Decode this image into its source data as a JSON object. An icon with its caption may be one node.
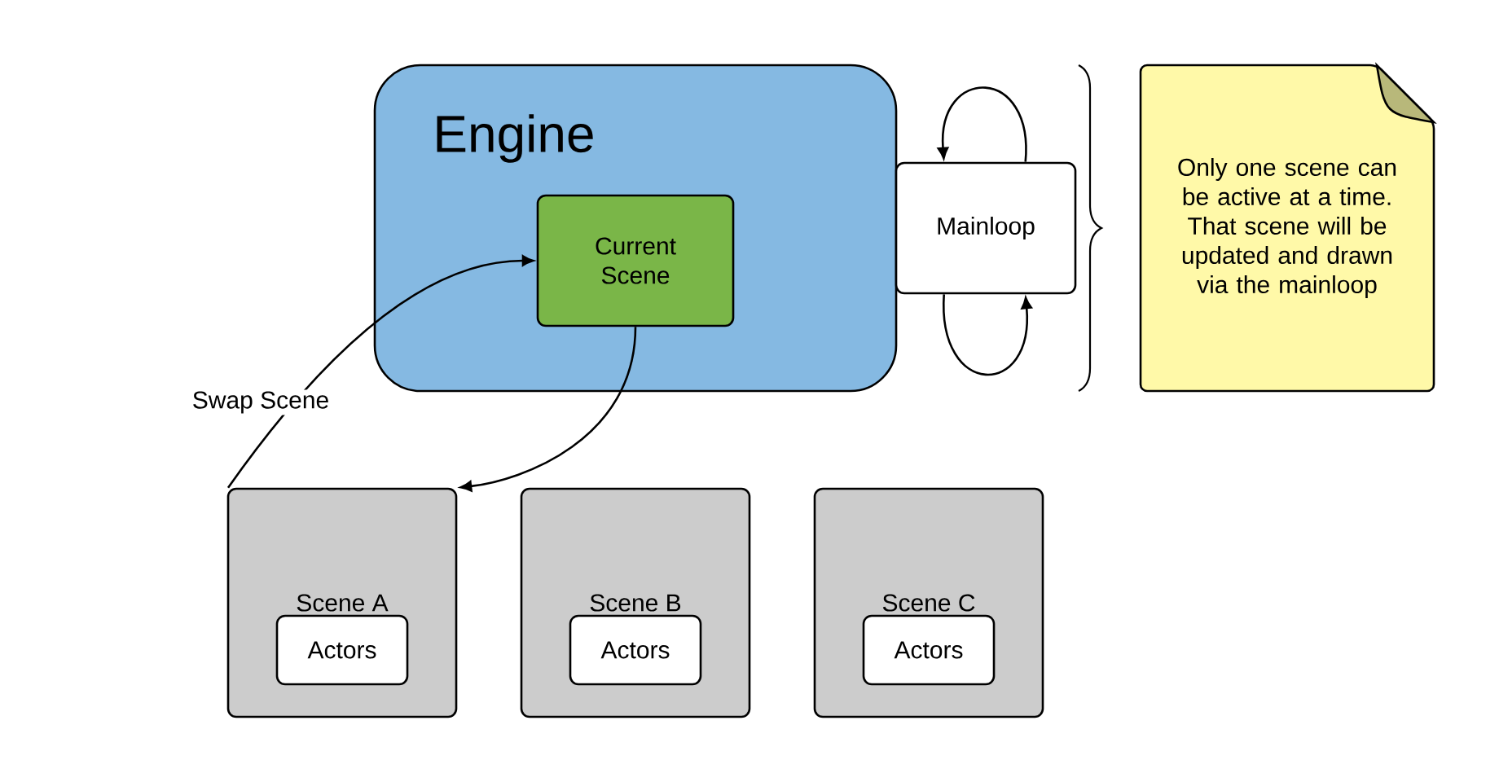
{
  "diagram": {
    "nodes": [
      {
        "text": [
          "Engine"
        ]
      },
      {
        "text": [
          "Current Scene"
        ],
        "in": 0
      },
      {
        "text": [
          "Mainloop"
        ]
      },
      {
        "text": [
          "Only one scene can be active at a time. That scene will be updated and drawn via the mainloop"
        ]
      },
      {
        "text": [
          "Scene A"
        ]
      },
      {
        "text": [
          "Actors"
        ],
        "in": 4
      },
      {
        "text": [
          "Scene B"
        ]
      },
      {
        "text": [
          "Actors"
        ],
        "in": 6
      },
      {
        "text": [
          "Scene C"
        ]
      },
      {
        "text": [
          "Actors"
        ],
        "in": 8
      }
    ],
    "edges": [
      {
        "from": 4,
        "to": 1,
        "arrow": "to",
        "label": "Swap Scene"
      },
      {
        "from": 1,
        "to": 4,
        "arrow": "to"
      },
      {
        "from": 2,
        "to": 2,
        "arrow": "to"
      },
      {
        "from": 2,
        "to": 2,
        "arrow": "to"
      }
    ]
  }
}
